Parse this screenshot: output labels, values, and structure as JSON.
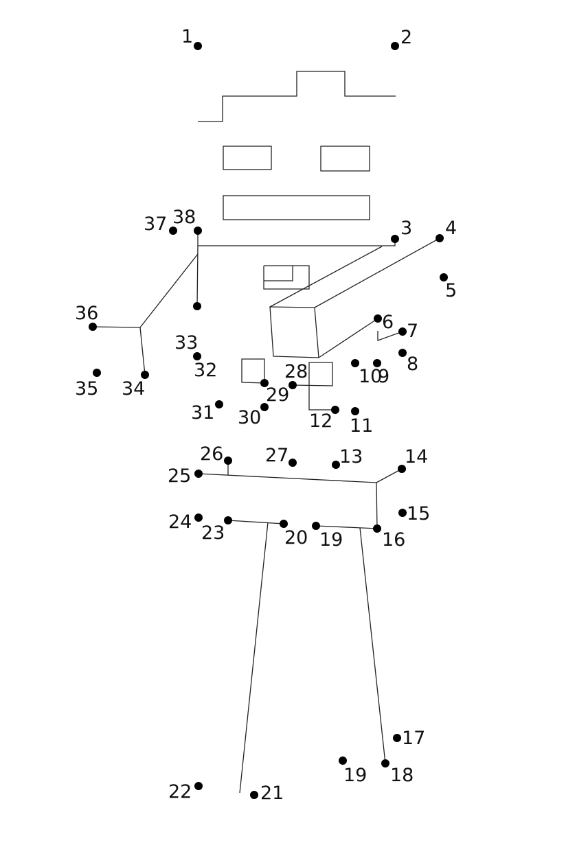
{
  "worksheet": {
    "type": "connect-the-dots",
    "subject": "robot",
    "dots": [
      {
        "label": "1"
      },
      {
        "label": "2"
      },
      {
        "label": "3"
      },
      {
        "label": "4"
      },
      {
        "label": "5"
      },
      {
        "label": "6"
      },
      {
        "label": "7"
      },
      {
        "label": "8"
      },
      {
        "label": "9"
      },
      {
        "label": "10"
      },
      {
        "label": "11"
      },
      {
        "label": "12"
      },
      {
        "label": "13"
      },
      {
        "label": "14"
      },
      {
        "label": "15"
      },
      {
        "label": "16"
      },
      {
        "label": "17"
      },
      {
        "label": "18"
      },
      {
        "label": "19"
      },
      {
        "label": "19"
      },
      {
        "label": "20"
      },
      {
        "label": "21"
      },
      {
        "label": "22"
      },
      {
        "label": "23"
      },
      {
        "label": "24"
      },
      {
        "label": "25"
      },
      {
        "label": "26"
      },
      {
        "label": "27"
      },
      {
        "label": "28"
      },
      {
        "label": "29"
      },
      {
        "label": "30"
      },
      {
        "label": "31"
      },
      {
        "label": "32"
      },
      {
        "label": "33"
      },
      {
        "label": "34"
      },
      {
        "label": "35"
      },
      {
        "label": "36"
      },
      {
        "label": "37"
      },
      {
        "label": "38"
      },
      {
        "label": ""
      }
    ]
  }
}
